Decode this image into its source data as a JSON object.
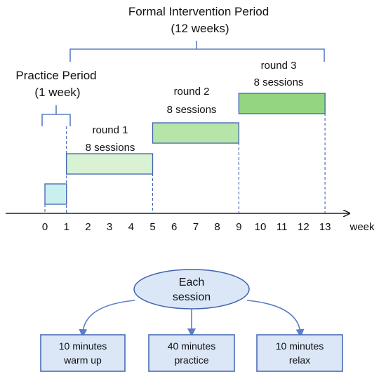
{
  "formal_period": {
    "title": "Formal Intervention Period",
    "duration": "(12 weeks)"
  },
  "practice_period": {
    "title": "Practice Period",
    "duration": "(1 week)"
  },
  "rounds": [
    {
      "label": "round 1",
      "sessions": "8 sessions",
      "start": 1,
      "end": 5
    },
    {
      "label": "round 2",
      "sessions": "8 sessions",
      "start": 5,
      "end": 9
    },
    {
      "label": "round 3",
      "sessions": "8 sessions",
      "start": 9,
      "end": 13
    }
  ],
  "practice_bar": {
    "start": 0,
    "end": 1
  },
  "axis": {
    "unit": "week",
    "ticks": [
      "0",
      "1",
      "2",
      "3",
      "4",
      "5",
      "6",
      "7",
      "8",
      "9",
      "10",
      "11",
      "12",
      "13"
    ]
  },
  "session": {
    "center_line1": "Each",
    "center_line2": "session",
    "parts": [
      {
        "line1": "10 minutes",
        "line2": "warm up"
      },
      {
        "line1": "40 minutes",
        "line2": "practice"
      },
      {
        "line1": "10 minutes",
        "line2": "relax"
      }
    ]
  },
  "colors": {
    "practice_fill": "#c9f0ee",
    "round1_fill": "#d9f2d3",
    "round2_fill": "#b7e4a8",
    "round3_fill": "#93d67f",
    "bracket": "#5b7fc6",
    "dashed": "#3f63b0",
    "box_fill": "#dbe6f7",
    "box_stroke": "#3f63b0"
  }
}
